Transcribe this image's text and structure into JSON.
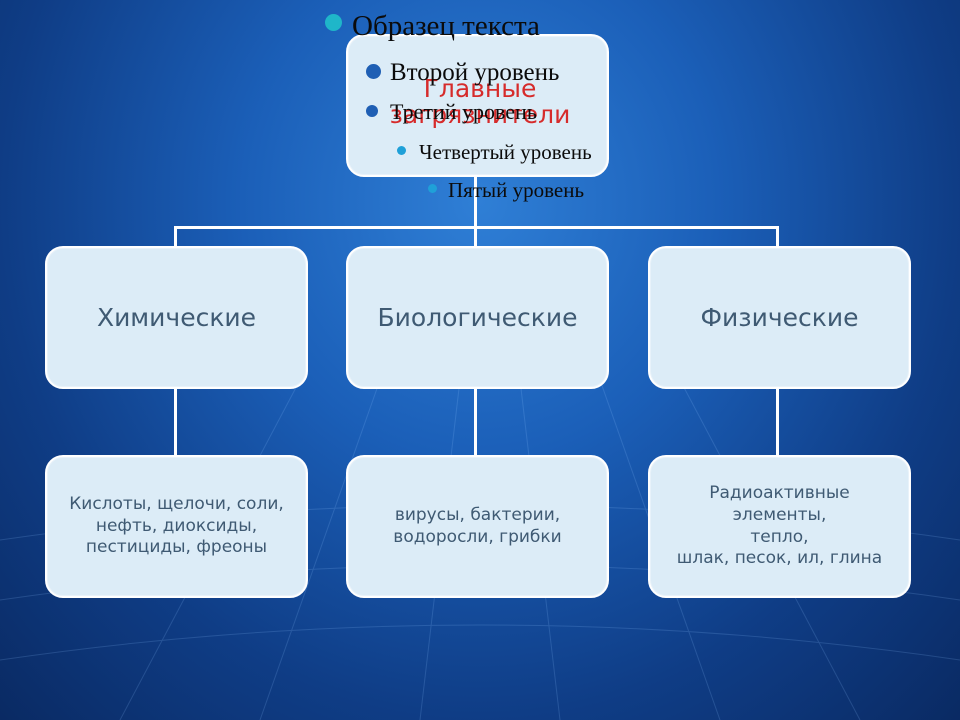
{
  "colors": {
    "box_fill": "#dcecf7",
    "box_text": "#3f5a73",
    "title_text": "#d62b2b",
    "connector": "#ffffff",
    "bullet_level1": "#1fb6c9",
    "bullet_level2": "#1f5fb4",
    "bullet_level3": "#1fa0d8"
  },
  "root": {
    "title": "Главные\nзагрязнители"
  },
  "categories": [
    {
      "label": "Химические",
      "details": "Кислоты, щелочи, соли,\nнефть, диоксиды,\nпестициды,  фреоны"
    },
    {
      "label": "Биологические",
      "details": "вирусы, бактерии,\nводоросли, грибки"
    },
    {
      "label": "Физические",
      "details": "Радиоактивные\nэлементы,\nтепло,\nшлак, песок, ил, глина"
    }
  ],
  "placeholder_outline": {
    "level1": "Образец текста",
    "level2": "Второй уровень",
    "level3": "Третий уровень",
    "level4": "Четвертый уровень",
    "level5": "Пятый уровень"
  }
}
